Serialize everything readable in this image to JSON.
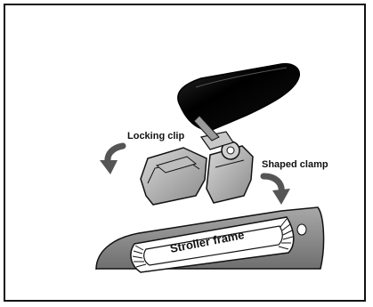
{
  "diagram": {
    "labels": {
      "locking_clip": "Locking clip",
      "shaped_clamp": "Shaped clamp",
      "stroller_frame": "Stroller frame"
    }
  }
}
